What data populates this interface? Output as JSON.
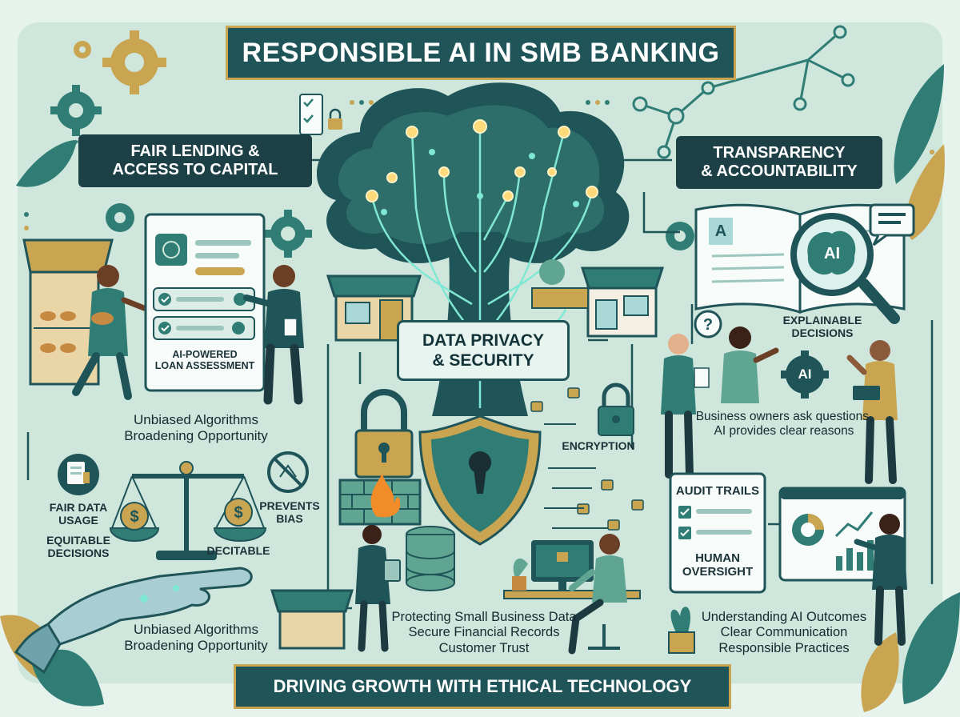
{
  "title": "RESPONSIBLE AI IN SMB BANKING",
  "footer": "DRIVING GROWTH WITH ETHICAL TECHNOLOGY",
  "fair_lending": {
    "title_line1": "FAIR LENDING &",
    "title_line2": "ACCESS TO CAPITAL",
    "card_line1": "AI-POWERED",
    "card_line2": "LOAN ASSESSMENT",
    "caption1_line1": "Unbiased Algorithms",
    "caption1_line2": "Broadening Opportunity",
    "fair_data_line1": "FAIR DATA",
    "fair_data_line2": "USAGE",
    "equitable_line1": "EQUITABLE",
    "equitable_line2": "DECISIONS",
    "decitable": "DECITABLE",
    "prevents_line1": "PREVENTS",
    "prevents_line2": "BIAS",
    "caption2_line1": "Unbiased Algorithms",
    "caption2_line2": "Broadening Opportunity"
  },
  "privacy": {
    "title_line1": "DATA PRIVACY",
    "title_line2": "& SECURITY",
    "encryption": "ENCRYPTION",
    "caption_line1": "Protecting Small Business Data",
    "caption_line2": "Secure Financial Records",
    "caption_line3": "Customer Trust"
  },
  "transparency": {
    "title_line1": "TRANSPARENCY",
    "title_line2": "& ACCOUNTABILITY",
    "book_letter": "A",
    "magnifier_label": "AI",
    "explainable_line1": "EXPLAINABLE",
    "explainable_line2": "DECISIONS",
    "gear_label": "AI",
    "caption1_line1": "Business owners ask questions,",
    "caption1_line2": "AI provides clear reasons",
    "audit": "AUDIT TRAILS",
    "oversight_line1": "HUMAN",
    "oversight_line2": "OVERSIGHT",
    "caption2_line1": "Understanding AI Outcomes",
    "caption2_line2": "Clear Communication",
    "caption2_line3": "Responsible Practices"
  },
  "colors": {
    "background": "#e6f2ec",
    "panel": "#cfe6dc",
    "teal_dark": "#1f5458",
    "teal": "#2f7d74",
    "gold": "#c9a552",
    "glow": "#7fe7d2"
  }
}
